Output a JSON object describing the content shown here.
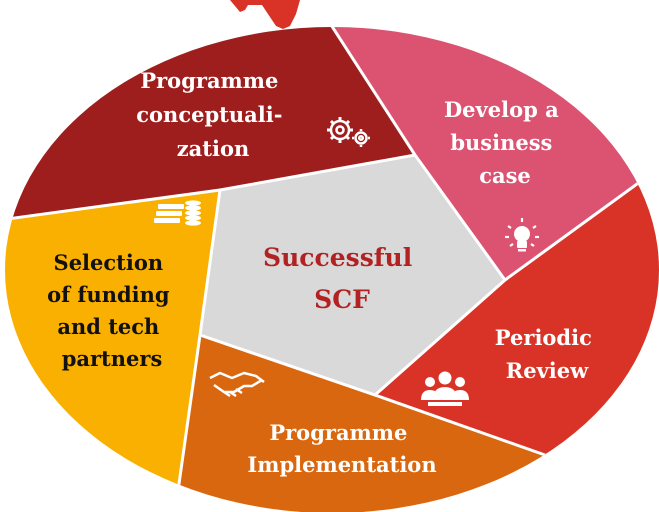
{
  "diagram": {
    "center": {
      "lines": [
        "Successful",
        "SCF"
      ],
      "fill": "#d9d9d9",
      "text_color": "#b22222"
    },
    "segments": [
      {
        "id": "programme-conceptualization",
        "lines": [
          "Programme",
          "conceptuali-",
          "zation"
        ],
        "fill": "#9e1e1e",
        "text_color": "#ffffff",
        "icon": "gears-icon"
      },
      {
        "id": "develop-business-case",
        "lines": [
          "Develop a",
          "business",
          "case"
        ],
        "fill": "#db5370",
        "text_color": "#ffffff",
        "icon": "lightbulb-icon"
      },
      {
        "id": "periodic-review",
        "lines": [
          "Periodic",
          "Review"
        ],
        "fill": "#d93226",
        "text_color": "#ffffff",
        "icon": "team-icon"
      },
      {
        "id": "programme-implementation",
        "lines": [
          "Programme",
          "Implementation"
        ],
        "fill": "#d9670f",
        "text_color": "#ffffff",
        "icon": "handshake-icon"
      },
      {
        "id": "selection-of-funding",
        "lines": [
          "Selection",
          "of funding",
          "and tech",
          "partners"
        ],
        "fill": "#f9b000",
        "text_color": "#111111",
        "icon": "money-stack-icon"
      }
    ],
    "top_fragment_color": "#d93226"
  }
}
